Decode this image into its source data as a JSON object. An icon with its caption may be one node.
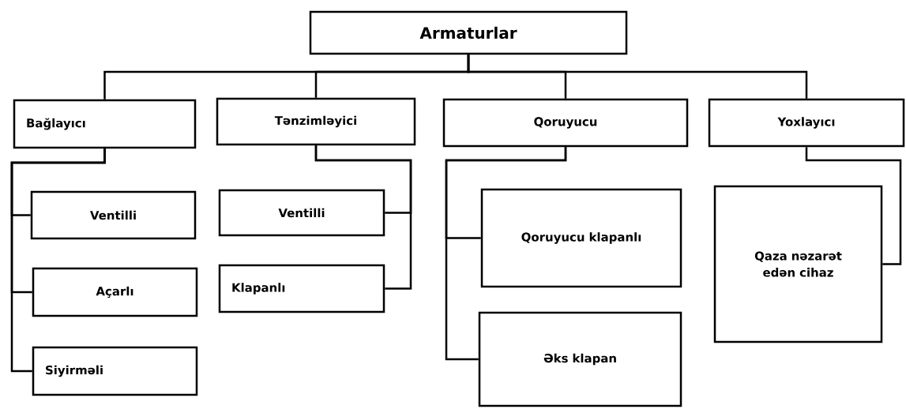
{
  "diagram": {
    "nodes": [
      {
        "text": [
          "Armaturlar"
        ]
      },
      {
        "text": [
          "Bağlayıcı"
        ]
      },
      {
        "text": [
          "Tənzimləyici"
        ]
      },
      {
        "text": [
          "Qoruyucu"
        ]
      },
      {
        "text": [
          "Yoxlayıcı"
        ]
      },
      {
        "text": [
          "Ventilli"
        ]
      },
      {
        "text": [
          "Açarlı"
        ]
      },
      {
        "text": [
          "Siyirməli"
        ]
      },
      {
        "text": [
          "Ventilli"
        ]
      },
      {
        "text": [
          "Klapanlı"
        ]
      },
      {
        "text": [
          "Qoruyucu klapanlı"
        ]
      },
      {
        "text": [
          "Əks klapan"
        ]
      },
      {
        "text": [
          "Qaza nəzarət edən cihaz"
        ]
      }
    ],
    "edges": [
      {
        "from": 0,
        "to": 1,
        "arrow": "none"
      },
      {
        "from": 0,
        "to": 2,
        "arrow": "none"
      },
      {
        "from": 0,
        "to": 3,
        "arrow": "none"
      },
      {
        "from": 0,
        "to": 4,
        "arrow": "none"
      },
      {
        "from": 1,
        "to": 5,
        "arrow": "none"
      },
      {
        "from": 1,
        "to": 6,
        "arrow": "none"
      },
      {
        "from": 1,
        "to": 7,
        "arrow": "none"
      },
      {
        "from": 2,
        "to": 8,
        "arrow": "none"
      },
      {
        "from": 2,
        "to": 9,
        "arrow": "none"
      },
      {
        "from": 3,
        "to": 10,
        "arrow": "none"
      },
      {
        "from": 3,
        "to": 11,
        "arrow": "none"
      },
      {
        "from": 4,
        "to": 12,
        "arrow": "none"
      }
    ]
  }
}
